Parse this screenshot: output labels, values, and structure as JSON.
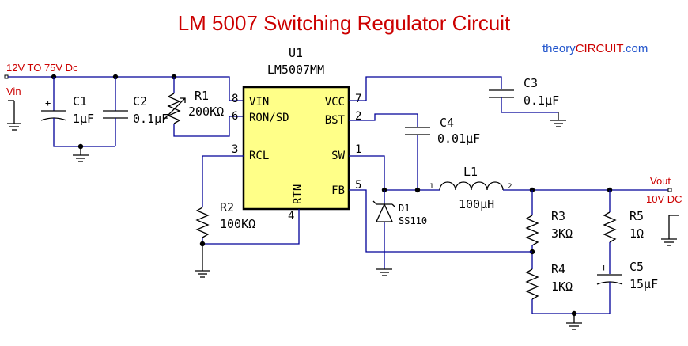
{
  "title": "LM 5007 Switching Regulator Circuit",
  "brand": {
    "prefix": "theory",
    "highlight": "CIRCUIT",
    "suffix": ".com"
  },
  "input": {
    "range": "12V TO 75V Dc",
    "label": "Vin"
  },
  "output": {
    "label": "Vout",
    "value": "10V DC"
  },
  "ic": {
    "ref": "U1",
    "part": "LM5007MM",
    "pins": {
      "vin": {
        "name": "VIN",
        "num": "8"
      },
      "ron": {
        "name": "RON/SD",
        "num": "6"
      },
      "rcl": {
        "name": "RCL",
        "num": "3"
      },
      "vcc": {
        "name": "VCC",
        "num": "7"
      },
      "bst": {
        "name": "BST",
        "num": "2"
      },
      "sw": {
        "name": "SW",
        "num": "1"
      },
      "fb": {
        "name": "FB",
        "num": "5"
      },
      "rtn": {
        "name": "RTN",
        "num": "4"
      }
    }
  },
  "components": {
    "c1": {
      "ref": "C1",
      "value": "1µF",
      "polarity": "+"
    },
    "c2": {
      "ref": "C2",
      "value": "0.1µF"
    },
    "r1": {
      "ref": "R1",
      "value": "200KΩ"
    },
    "r2": {
      "ref": "R2",
      "value": "100KΩ"
    },
    "c3": {
      "ref": "C3",
      "value": "0.1µF"
    },
    "c4": {
      "ref": "C4",
      "value": "0.01µF"
    },
    "d1": {
      "ref": "D1",
      "value": "SS110"
    },
    "l1": {
      "ref": "L1",
      "value": "100µH",
      "pin1": "1",
      "pin2": "2"
    },
    "r3": {
      "ref": "R3",
      "value": "3KΩ"
    },
    "r4": {
      "ref": "R4",
      "value": "1KΩ"
    },
    "r5": {
      "ref": "R5",
      "value": "1Ω"
    },
    "c5": {
      "ref": "C5",
      "value": "15µF",
      "polarity": "+"
    }
  },
  "colors": {
    "wire": "#000099",
    "title": "#cc0000",
    "ic_fill": "#ffff88",
    "brand": "#2255cc"
  }
}
